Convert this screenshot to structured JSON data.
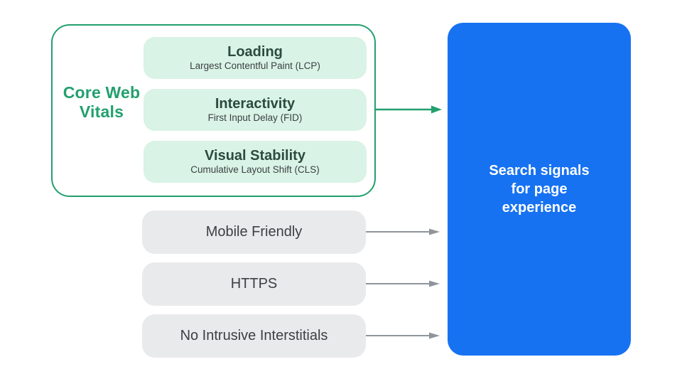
{
  "colors": {
    "green": "#22A06E",
    "mint": "#D9F3E6",
    "blue": "#1772F2",
    "gray_box": "#E9EAEC",
    "title_dark": "#2C4A3E",
    "text_dark": "#3C4043",
    "arrow_gray": "#8F959B",
    "canvas_bg": "#FFFFFF",
    "white_text": "#FFFFFF"
  },
  "core_web_vitals": {
    "label": "Core Web Vitals",
    "items": [
      {
        "title": "Loading",
        "subtitle": "Largest Contentful Paint (LCP)"
      },
      {
        "title": "Interactivity",
        "subtitle": "First Input Delay (FID)"
      },
      {
        "title": "Visual Stability",
        "subtitle": "Cumulative Layout Shift (CLS)"
      }
    ]
  },
  "other_signals": [
    {
      "label": "Mobile Friendly"
    },
    {
      "label": "HTTPS"
    },
    {
      "label": "No Intrusive Interstitials"
    }
  ],
  "result": {
    "lines": [
      "Search signals",
      "for page",
      "experience"
    ]
  }
}
